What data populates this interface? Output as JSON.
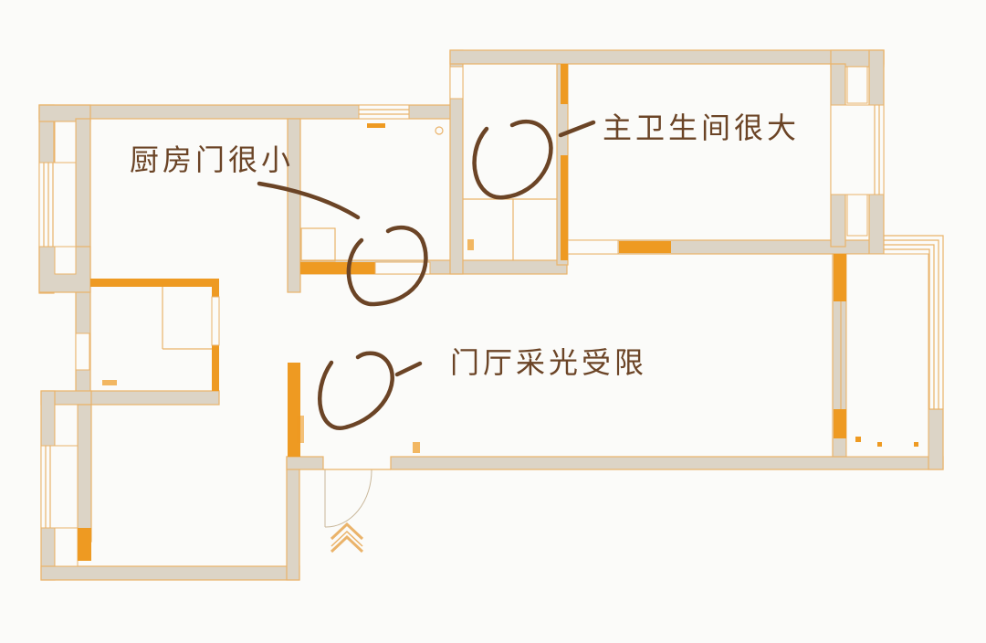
{
  "diagram": {
    "type": "apartment floor plan",
    "colors": {
      "background": "#fbfbf9",
      "wall": "#dcd4c6",
      "outline": "#eab36a",
      "accent_wall": "#ee9a22",
      "annotation_ink": "#6b4426"
    },
    "annotations": [
      {
        "id": "kitchen-door",
        "text": "厨房门很小"
      },
      {
        "id": "master-bath",
        "text": "主卫生间很大"
      },
      {
        "id": "foyer-light",
        "text": "门厅采光受限"
      }
    ],
    "entrance_icon": "double-chevron-up-icon"
  }
}
